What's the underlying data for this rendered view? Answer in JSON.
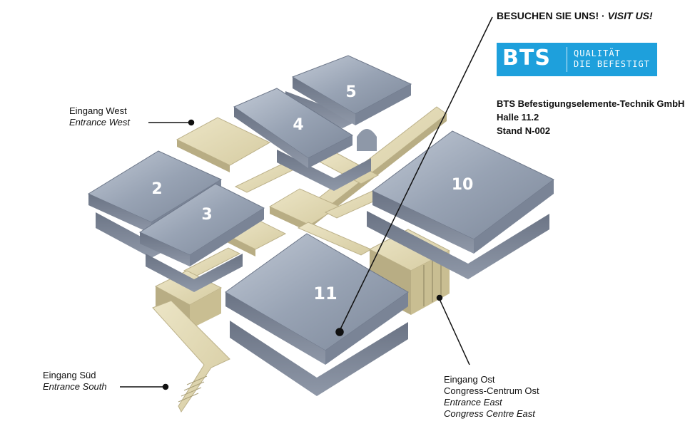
{
  "header": {
    "visit_de": "BESUCHEN SIE UNS! ·",
    "visit_en": "VISIT US!"
  },
  "logo": {
    "mark": "BTS",
    "tagline_1": "QUALITÄT",
    "tagline_2": "DIE BEFESTIGT",
    "color": "#1ea0dc"
  },
  "company": {
    "name": "BTS Befestigungselemente-Technik GmbH",
    "hall": "Halle 11.2",
    "stand": "Stand N-002"
  },
  "halls": {
    "h2": "2",
    "h3": "3",
    "h4": "4",
    "h5": "5",
    "h10": "10",
    "h11": "11"
  },
  "entrances": {
    "west_de": "Eingang West",
    "west_en": "Entrance West",
    "south_de": "Eingang Süd",
    "south_en": "Entrance South",
    "east_de": "Eingang Ost",
    "east_de2": "Congress-Centrum Ost",
    "east_en": "Entrance East",
    "east_en2": "Congress Centre East"
  },
  "colors": {
    "hall_roof": "#9aa6b8",
    "hall_side": "#5f6878",
    "walkway": "#e0d8b4",
    "walkway_side": "#b8ad84"
  }
}
